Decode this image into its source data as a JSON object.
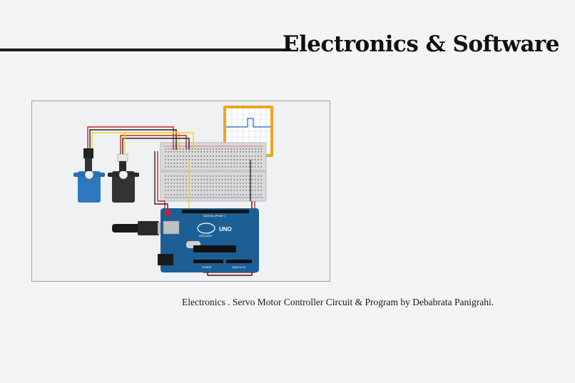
{
  "page": {
    "title": "Electronics & Software",
    "caption": "Electronics . Servo Motor Controller Circuit & Program by Debabrata Panigrahi."
  },
  "circuit": {
    "board_brand": "ARDUINO",
    "board_model": "UNO",
    "board_header_label": "DIGITAL (PWM~)",
    "power_label": "POWER",
    "analog_label": "ANALOG IN",
    "colors": {
      "board": "#1c5f95",
      "breadboard": "#d9d9d9",
      "oscilloscope_frame": "#f0a418",
      "servo_blue": "#2e78c0",
      "servo_black": "#333333",
      "wire_red": "#d02020",
      "wire_yellow": "#f2cf1e",
      "wire_black": "#222222",
      "wire_orange": "#e08a1a"
    }
  }
}
